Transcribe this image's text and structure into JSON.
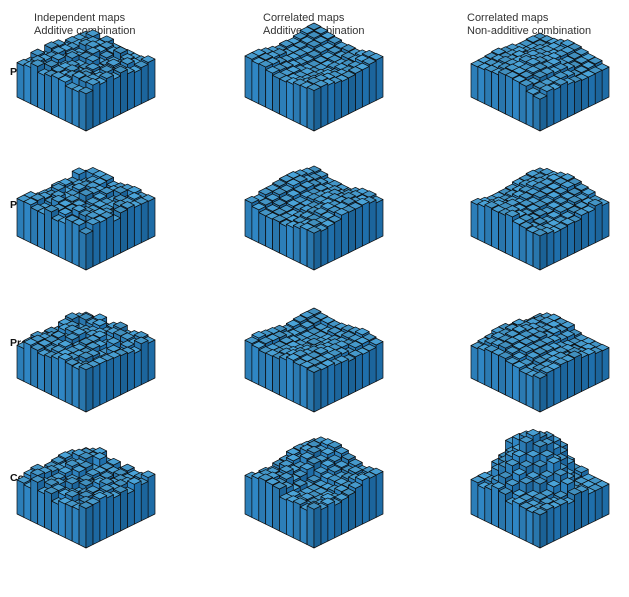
{
  "columns": [
    {
      "line1": "Independent maps",
      "line2": "Additive combination"
    },
    {
      "line1": "Correlated maps",
      "line2": "Additive combination"
    },
    {
      "line1": "Correlated maps",
      "line2": "Non-additive combination"
    }
  ],
  "rows": [
    {
      "label": "Property 1"
    },
    {
      "label": "Property 2"
    },
    {
      "label": "Property 3"
    },
    {
      "label": "Combined map"
    }
  ],
  "operators": {
    "between_1_2": [
      "+",
      "+",
      "×"
    ],
    "between_2_3": [
      "+",
      "+",
      "×"
    ]
  },
  "colors": {
    "block_top": "#4aa3d8",
    "block_left": "#2f86c4",
    "block_right": "#1f6fab",
    "outline": "#0d0d0d",
    "arrow": "#5b6670"
  }
}
